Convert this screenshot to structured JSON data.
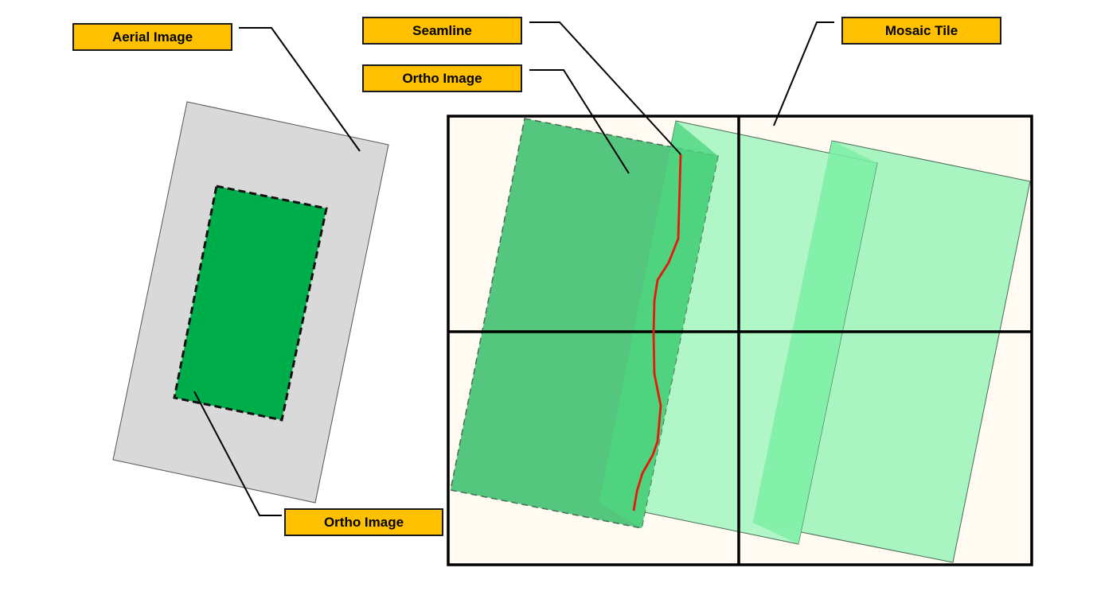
{
  "labels": {
    "aerial_image": "Aerial Image",
    "seamline": "Seamline",
    "ortho_image_top": "Ortho Image",
    "mosaic_tile": "Mosaic Tile",
    "ortho_image_bottom": "Ortho Image"
  },
  "colors": {
    "label_fill": "#ffc000",
    "aerial_fill": "#d9d9d9",
    "ortho_fill_left": "#00ad4b",
    "tile_background": "#fffaf2",
    "ortho_overlay": "#4fc47a",
    "light_footprint": "#a8f5c2",
    "overlap_strip": "#7ef0a6",
    "seamline": "#e8160c",
    "outline": "#000000"
  }
}
